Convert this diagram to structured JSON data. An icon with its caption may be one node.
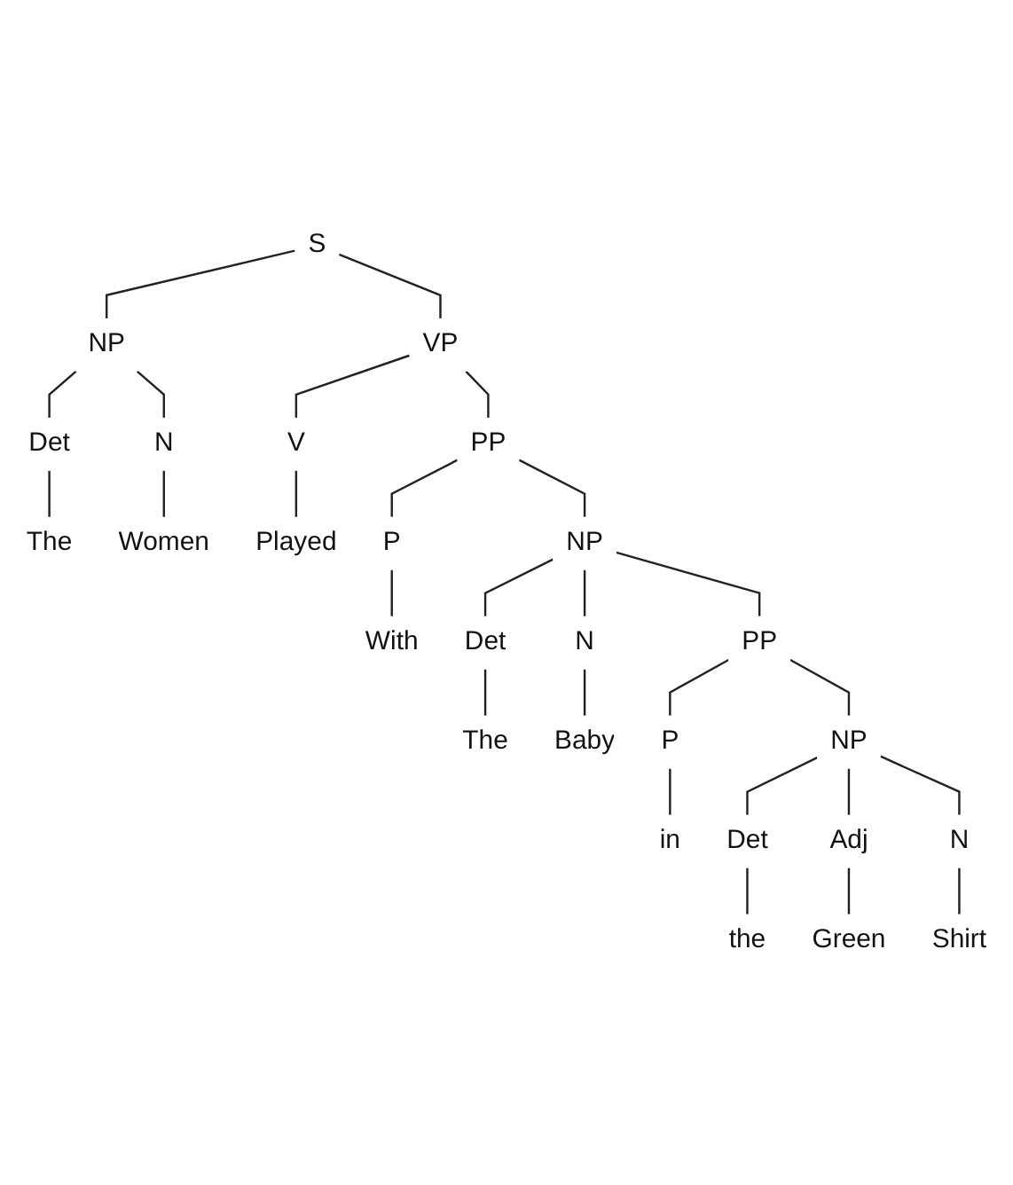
{
  "diagram": {
    "nodes": [
      {
        "text": [
          "S"
        ]
      },
      {
        "text": [
          "NP"
        ]
      },
      {
        "text": [
          "VP"
        ]
      },
      {
        "text": [
          "Det"
        ]
      },
      {
        "text": [
          "N"
        ]
      },
      {
        "text": [
          "V"
        ]
      },
      {
        "text": [
          "PP"
        ]
      },
      {
        "text": [
          "The"
        ]
      },
      {
        "text": [
          "Women"
        ]
      },
      {
        "text": [
          "Played"
        ]
      },
      {
        "text": [
          "P"
        ]
      },
      {
        "text": [
          "NP"
        ]
      },
      {
        "text": [
          "With"
        ]
      },
      {
        "text": [
          "Det"
        ]
      },
      {
        "text": [
          "N"
        ]
      },
      {
        "text": [
          "PP"
        ]
      },
      {
        "text": [
          "The"
        ]
      },
      {
        "text": [
          "Baby"
        ]
      },
      {
        "text": [
          "P"
        ]
      },
      {
        "text": [
          "NP"
        ]
      },
      {
        "text": [
          "in"
        ]
      },
      {
        "text": [
          "Det"
        ]
      },
      {
        "text": [
          "Adj"
        ]
      },
      {
        "text": [
          "N"
        ]
      },
      {
        "text": [
          "the"
        ]
      },
      {
        "text": [
          "Green"
        ]
      },
      {
        "text": [
          "Shirt"
        ]
      }
    ],
    "edges": [
      {
        "from": 0,
        "to": 1,
        "arrow": "none"
      },
      {
        "from": 0,
        "to": 2,
        "arrow": "none"
      },
      {
        "from": 1,
        "to": 3,
        "arrow": "none"
      },
      {
        "from": 1,
        "to": 4,
        "arrow": "none"
      },
      {
        "from": 3,
        "to": 7,
        "arrow": "none"
      },
      {
        "from": 4,
        "to": 8,
        "arrow": "none"
      },
      {
        "from": 2,
        "to": 5,
        "arrow": "none"
      },
      {
        "from": 2,
        "to": 6,
        "arrow": "none"
      },
      {
        "from": 5,
        "to": 9,
        "arrow": "none"
      },
      {
        "from": 6,
        "to": 10,
        "arrow": "none"
      },
      {
        "from": 6,
        "to": 11,
        "arrow": "none"
      },
      {
        "from": 10,
        "to": 12,
        "arrow": "none"
      },
      {
        "from": 11,
        "to": 13,
        "arrow": "none"
      },
      {
        "from": 11,
        "to": 14,
        "arrow": "none"
      },
      {
        "from": 11,
        "to": 15,
        "arrow": "none"
      },
      {
        "from": 13,
        "to": 16,
        "arrow": "none"
      },
      {
        "from": 14,
        "to": 17,
        "arrow": "none"
      },
      {
        "from": 15,
        "to": 18,
        "arrow": "none"
      },
      {
        "from": 15,
        "to": 19,
        "arrow": "none"
      },
      {
        "from": 18,
        "to": 20,
        "arrow": "none"
      },
      {
        "from": 19,
        "to": 21,
        "arrow": "none"
      },
      {
        "from": 19,
        "to": 22,
        "arrow": "none"
      },
      {
        "from": 19,
        "to": 23,
        "arrow": "none"
      },
      {
        "from": 21,
        "to": 24,
        "arrow": "none"
      },
      {
        "from": 22,
        "to": 25,
        "arrow": "none"
      },
      {
        "from": 23,
        "to": 26,
        "arrow": "none"
      }
    ]
  }
}
